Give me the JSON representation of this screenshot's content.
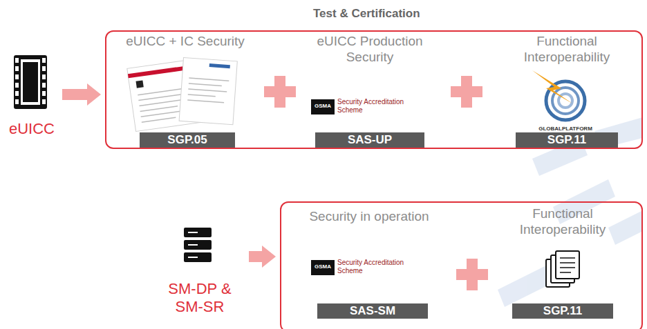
{
  "diagram": {
    "title": "Test & Certification",
    "nodes": [
      {
        "text": [
          "eUICC"
        ]
      },
      {
        "text": []
      },
      {
        "text": [
          "eUICC + IC Security"
        ],
        "in": 1
      },
      {
        "text": [
          "SGP.05"
        ],
        "in": 2
      },
      {
        "text": [
          "eUICC Production Security"
        ],
        "in": 1
      },
      {
        "text": [
          "SAS-UP"
        ],
        "in": 4
      },
      {
        "text": [
          "Functional Interoperability"
        ],
        "in": 1
      },
      {
        "text": [
          "SGP.11"
        ],
        "in": 6
      },
      {
        "text": [
          "SM-DP & SM-SR"
        ]
      },
      {
        "text": []
      },
      {
        "text": [
          "Security in operation"
        ],
        "in": 9
      },
      {
        "text": [
          "SAS-SM"
        ],
        "in": 10
      },
      {
        "text": [
          "Functional Interoperability"
        ],
        "in": 9
      },
      {
        "text": [
          "SGP.11"
        ],
        "in": 12
      }
    ],
    "edges": [
      {
        "from": 0,
        "to": 1,
        "arrow": "to"
      },
      {
        "from": 8,
        "to": 9,
        "arrow": "to"
      }
    ],
    "labels": [
      "GSMA",
      "Security Accreditation Scheme",
      "GLOBALPLATFORM",
      "GSMA",
      "Security Accreditation Scheme"
    ]
  }
}
